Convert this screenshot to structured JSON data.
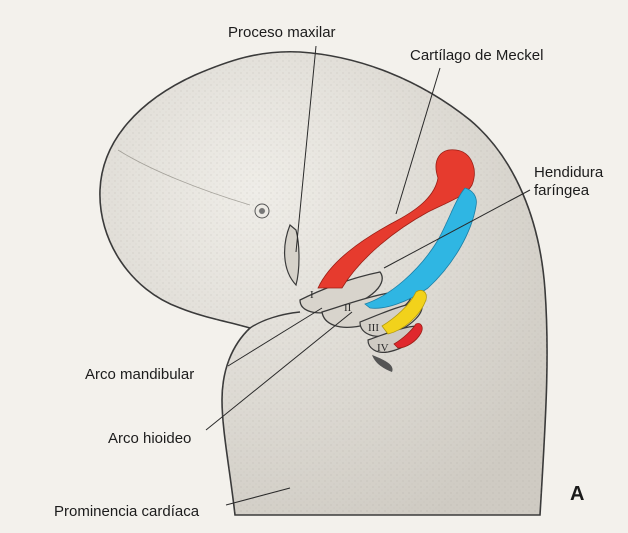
{
  "labels": {
    "proceso_maxilar": "Proceso maxilar",
    "cartilago_meckel": "Cartílago de Meckel",
    "hendidura_line1": "Hendidura",
    "hendidura_line2": "faríngea",
    "arco_mandibular": "Arco mandibular",
    "arco_hioideo": "Arco hioideo",
    "prominencia_cardiaca": "Prominencia cardíaca"
  },
  "arch_numerals": [
    "I",
    "II",
    "III",
    "IV"
  ],
  "panel_letter": "A",
  "colors": {
    "background": "#f3f1ec",
    "embryo_fill": "#e4e1db",
    "outline": "#3a3a3a",
    "cartilage_arch1": "#e63b2e",
    "cartilage_arch2": "#2fb6e3",
    "cartilage_arch3": "#f2d21b",
    "cartilage_arch4": "#e0282d"
  }
}
